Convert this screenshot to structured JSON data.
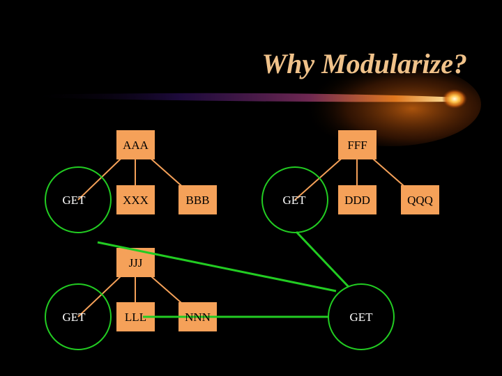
{
  "slide": {
    "title": "Why Modularize?"
  },
  "colors": {
    "background": "#000000",
    "title_text": "#f0c28a",
    "box_fill": "#f5a159",
    "tree_edge": "#f5a159",
    "cross_link": "#22cc22",
    "get_circle": "#22cc22"
  },
  "nodes": {
    "aaa": "AAA",
    "xxx": "XXX",
    "bbb": "BBB",
    "get1": "GET",
    "fff": "FFF",
    "ddd": "DDD",
    "get2": "GET",
    "qqq": "QQQ",
    "jjj": "JJJ",
    "lll": "LLL",
    "nnn": "NNN",
    "get3": "GET",
    "get4": "GET"
  }
}
